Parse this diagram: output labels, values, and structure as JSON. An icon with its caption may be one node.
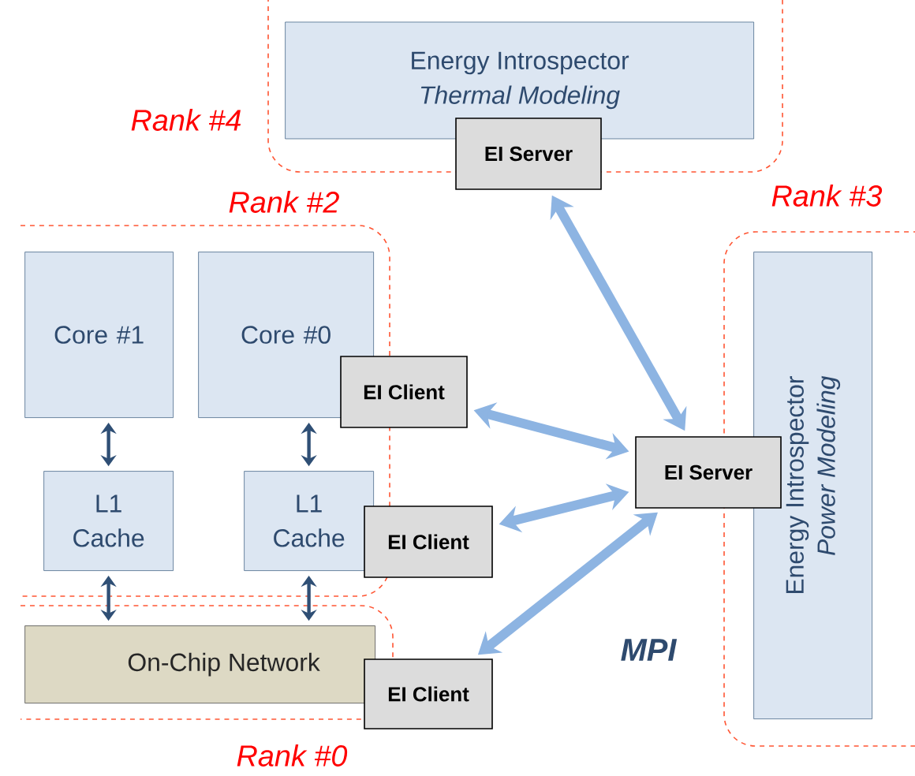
{
  "diagram": {
    "nodes": [
      {
        "text": [
          "Rank #4"
        ]
      },
      {
        "text": [
          "Energy Introspector",
          "Thermal Modeling"
        ],
        "in": 0
      },
      {
        "text": [
          "EI Server"
        ]
      },
      {
        "text": [
          "Rank #2"
        ]
      },
      {
        "text": [
          "Core #1"
        ],
        "in": 3
      },
      {
        "text": [
          "Core #0"
        ],
        "in": 3
      },
      {
        "text": [
          "Rank #3"
        ]
      },
      {
        "text": [
          "Energy Introspector",
          "Power Modeling"
        ],
        "in": 6
      },
      {
        "text": [
          "EI Client"
        ]
      },
      {
        "text": [
          "EI Server"
        ]
      },
      {
        "text": [
          "L1 Cache"
        ],
        "in": 3
      },
      {
        "text": [
          "L1 Cache"
        ],
        "in": 3
      },
      {
        "text": [
          "EI Client"
        ]
      },
      {
        "text": [
          "Rank #0"
        ]
      },
      {
        "text": [
          "On-Chip Network"
        ],
        "in": 13
      },
      {
        "text": [
          "EI Client"
        ]
      }
    ],
    "edges": [
      {
        "from": 2,
        "to": 9,
        "arrow": "both",
        "style": "thick",
        "color": "#8db4e2"
      },
      {
        "from": 8,
        "to": 9,
        "arrow": "both",
        "style": "thick",
        "color": "#8db4e2"
      },
      {
        "from": 12,
        "to": 9,
        "arrow": "both",
        "style": "thick",
        "color": "#8db4e2"
      },
      {
        "from": 15,
        "to": 9,
        "arrow": "both",
        "style": "thick",
        "color": "#8db4e2"
      },
      {
        "from": 4,
        "to": 10,
        "arrow": "both",
        "color": "#2f4f75"
      },
      {
        "from": 5,
        "to": 11,
        "arrow": "both",
        "color": "#2f4f75"
      },
      {
        "from": 10,
        "to": 14,
        "arrow": "both",
        "color": "#2f4f75"
      },
      {
        "from": 11,
        "to": 14,
        "arrow": "both",
        "color": "#2f4f75"
      }
    ],
    "labels": [
      "MPI"
    ]
  }
}
